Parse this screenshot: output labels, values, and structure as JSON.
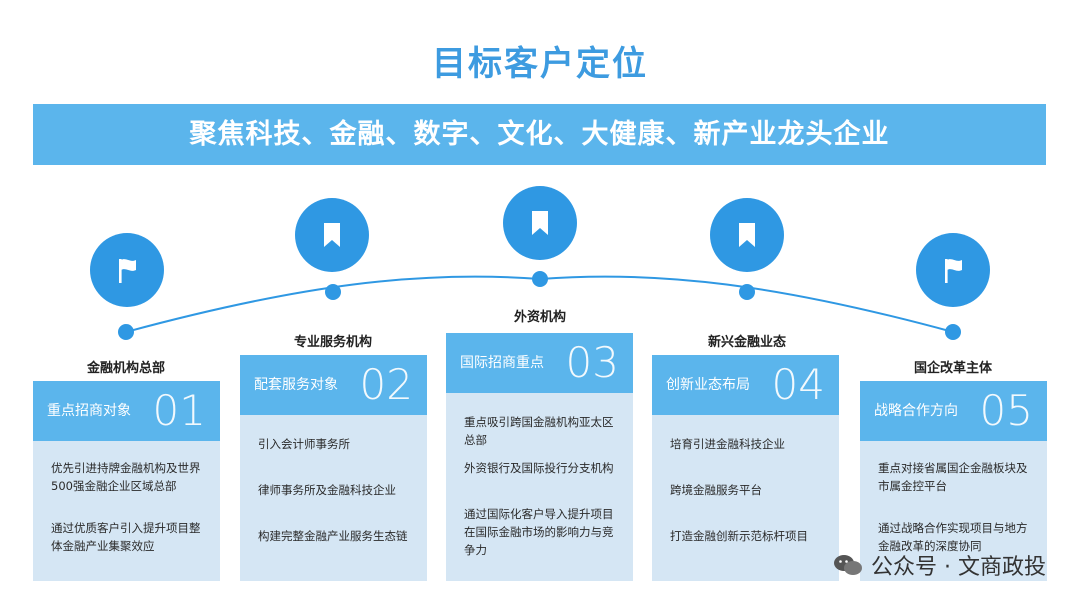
{
  "title": "目标客户定位",
  "banner": "聚焦科技、金融、数字、文化、大健康、新产业龙头企业",
  "columns": [
    {
      "category": "金融机构总部",
      "icon": "flag-icon",
      "card_label": "重点招商对象",
      "number": "01",
      "items": [
        "优先引进持牌金融机构及世界500强金融企业区域总部",
        "通过优质客户引入提升项目整体金融产业集聚效应"
      ]
    },
    {
      "category": "专业服务机构",
      "icon": "bookmark-icon",
      "card_label": "配套服务对象",
      "number": "02",
      "items": [
        "引入会计师事务所",
        "律师事务所及金融科技企业",
        "构建完整金融产业服务生态链"
      ]
    },
    {
      "category": "外资机构",
      "icon": "bookmark-icon",
      "card_label": "国际招商重点",
      "number": "03",
      "items": [
        "重点吸引跨国金融机构亚太区总部",
        "外资银行及国际投行分支机构",
        "通过国际化客户导入提升项目在国际金融市场的影响力与竞争力"
      ]
    },
    {
      "category": "新兴金融业态",
      "icon": "bookmark-icon",
      "card_label": "创新业态布局",
      "number": "04",
      "items": [
        "培育引进金融科技企业",
        "跨境金融服务平台",
        "打造金融创新示范标杆项目"
      ]
    },
    {
      "category": "国企改革主体",
      "icon": "flag-icon",
      "card_label": "战略合作方向",
      "number": "05",
      "items": [
        "重点对接省属国企金融板块及市属金控平台",
        "通过战略合作实现项目与地方金融改革的深度协同"
      ]
    }
  ],
  "watermark": "公众号 · 文商政投",
  "colors": {
    "title": "#3d9be0",
    "banner": "#5bb5ec",
    "circle": "#2f98e3",
    "card_body": "#d5e6f4"
  }
}
